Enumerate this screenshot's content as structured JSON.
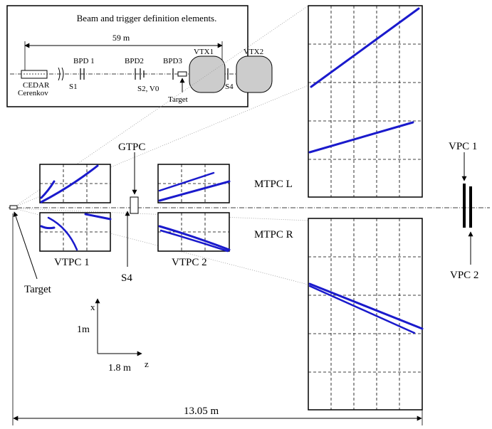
{
  "inset": {
    "title": "Beam and trigger definition elements.",
    "distance": "59 m",
    "labels": {
      "cedar": "CEDAR",
      "cerenkov": "Cerenkov",
      "bpd1": "BPD 1",
      "s1": "S1",
      "bpd2": "BPD2",
      "s2v0": "S2, V0",
      "bpd3": "BPD3",
      "target": "Target",
      "vtx1": "VTX1",
      "vtx2": "VTX2",
      "s4": "S4"
    }
  },
  "labels": {
    "gtpc": "GTPC",
    "vtpc1": "VTPC 1",
    "vtpc2": "VTPC 2",
    "mtpcl": "MTPC L",
    "mtpcr": "MTPC R",
    "vpc1": "VPC 1",
    "vpc2": "VPC 2",
    "target": "Target",
    "s4": "S4",
    "x_axis": "x",
    "z_axis": "z",
    "scale_x": "1m",
    "scale_z": "1.8 m",
    "total_length": "13.05 m"
  },
  "colors": {
    "track": "#1a1acc",
    "vtx_fill": "#cccccc",
    "line": "#000000"
  }
}
